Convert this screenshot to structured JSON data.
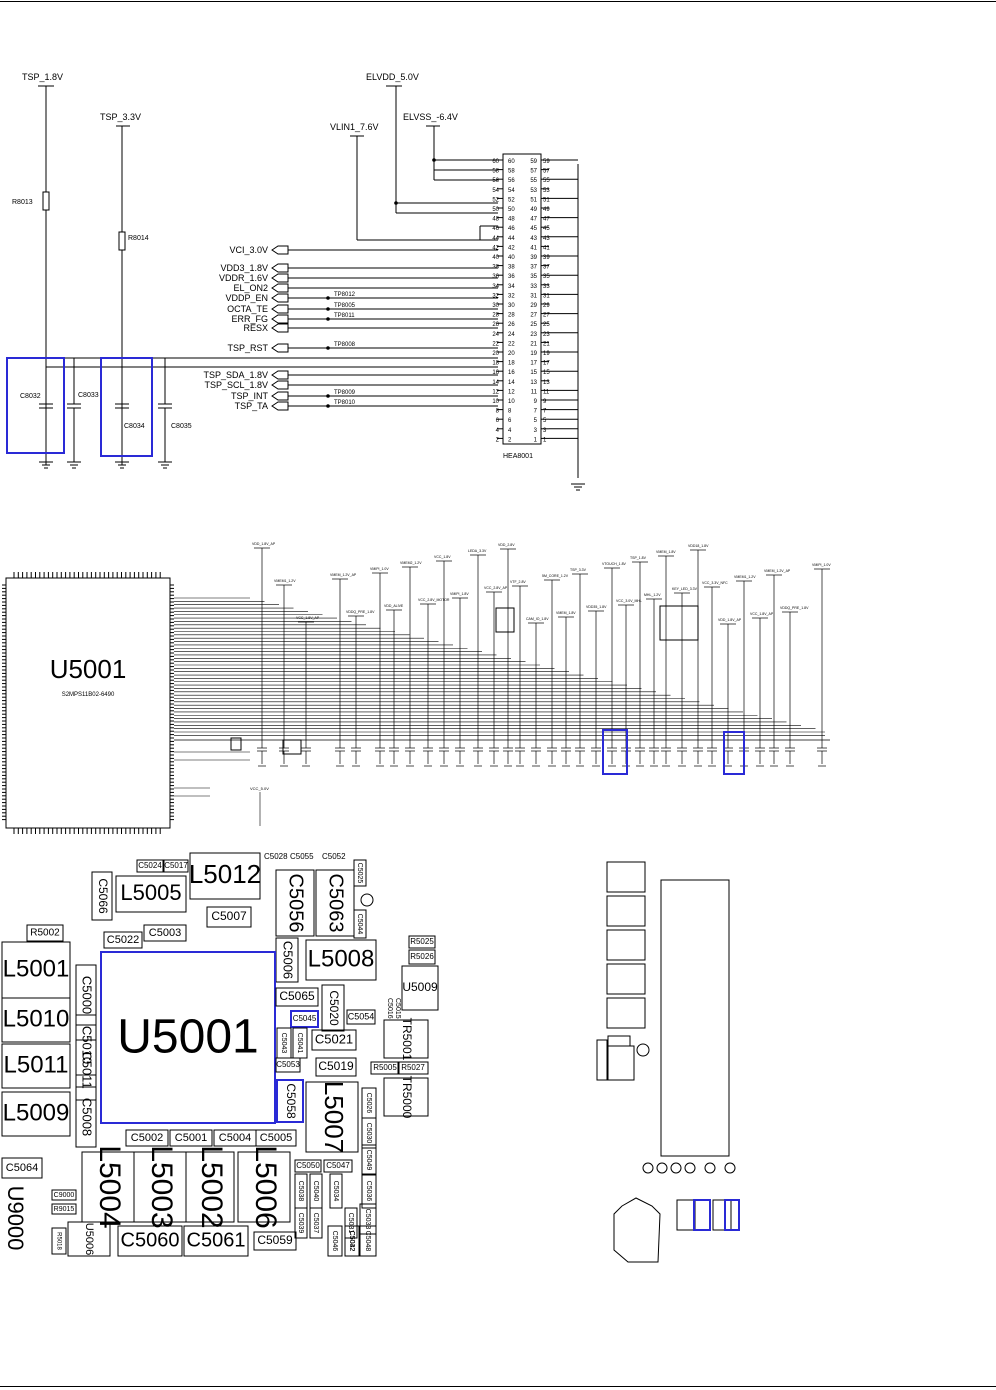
{
  "schematic": {
    "nets": {
      "tsp_1v8": "TSP_1.8V",
      "tsp_3v3": "TSP_3.3V",
      "vlin1": "VLIN1_7.6V",
      "elvdd": "ELVDD_5.0V",
      "elvss": "ELVSS_-6.4V"
    },
    "left_parts": {
      "r8013": "R8013",
      "r8014": "R8014",
      "c8032": "C8032",
      "c8033": "C8033",
      "c8034": "C8034",
      "c8035": "C8035"
    },
    "signals": [
      {
        "label": "VCI_3.0V",
        "tp": ""
      },
      {
        "label": "VDD3_1.8V",
        "tp": ""
      },
      {
        "label": "VDDR_1.6V",
        "tp": ""
      },
      {
        "label": "EL_ON2",
        "tp": ""
      },
      {
        "label": "VDDP_EN",
        "tp": "TP8012"
      },
      {
        "label": "OCTA_TE",
        "tp": "TP8005"
      },
      {
        "label": "ERR_FG",
        "tp": "TP8011"
      },
      {
        "label": "RESX",
        "tp": ""
      },
      {
        "label": "TSP_RST",
        "tp": "TP8008"
      },
      {
        "label": "TSP_SDA_1.8V",
        "tp": ""
      },
      {
        "label": "TSP_SCL_1.8V",
        "tp": ""
      },
      {
        "label": "TSP_INT",
        "tp": "TP8009"
      },
      {
        "label": "TSP_TA",
        "tp": "TP8010"
      }
    ],
    "connector": {
      "ref": "HEA8001",
      "left_pins": [
        "60",
        "58",
        "56",
        "54",
        "52",
        "50",
        "48",
        "46",
        "44",
        "42",
        "40",
        "38",
        "36",
        "34",
        "32",
        "30",
        "28",
        "26",
        "24",
        "22",
        "20",
        "18",
        "16",
        "14",
        "12",
        "10",
        "8",
        "6",
        "4",
        "2"
      ],
      "inner_left": [
        "60",
        "58",
        "56",
        "54",
        "52",
        "50",
        "48",
        "46",
        "44",
        "42",
        "40",
        "38",
        "36",
        "34",
        "32",
        "30",
        "28",
        "26",
        "24",
        "22",
        "20",
        "18",
        "16",
        "14",
        "12",
        "10",
        "8",
        "6",
        "4",
        "2"
      ],
      "inner_right": [
        "59",
        "57",
        "55",
        "53",
        "51",
        "49",
        "47",
        "45",
        "43",
        "41",
        "39",
        "37",
        "35",
        "33",
        "31",
        "29",
        "27",
        "25",
        "23",
        "21",
        "19",
        "17",
        "15",
        "13",
        "11",
        "9",
        "7",
        "5",
        "3",
        "1"
      ],
      "right_pins": [
        "59",
        "57",
        "55",
        "53",
        "51",
        "49",
        "47",
        "45",
        "43",
        "41",
        "39",
        "37",
        "35",
        "33",
        "31",
        "29",
        "27",
        "25",
        "23",
        "21",
        "19",
        "17",
        "15",
        "13",
        "11",
        "9",
        "7",
        "5",
        "3",
        "1"
      ]
    }
  },
  "pmic": {
    "ref": "U5001",
    "part": "S2MPS11B02-6490",
    "rails": [
      "VDD_1.8V_AP",
      "VMEM1_1.2V",
      "VCC_1.8V_AP",
      "VMEM_1.2V_AP",
      "VDDQ_PRE_1.8V",
      "VMIPI_1.0V",
      "VDD_ALIVE",
      "VMEM2_1.2V",
      "VCC_2.8V_MOTOR",
      "VCC_1.8V",
      "VMIPI_1.8V",
      "LEDA_3.3V",
      "VCC_2.8V_AP",
      "VDD_2.8V",
      "VTF_2.8V",
      "CAM_IO_1.8V",
      "5M_CORE_1.2V",
      "VMEM_1.8V",
      "TSP_3.3V",
      "VDD35_1.8V",
      "VTOUCH_1.8V",
      "VCC_3.0V_MHL",
      "TSP_1.8V",
      "MHL_1.2V",
      "VMEM_1.8V",
      "KEY_LED_3.3V",
      "VDD18_1.8V",
      "VCC_3.3V_NFC"
    ],
    "vbus": "VCC_5.0V"
  },
  "layout": {
    "title": "U5001",
    "title_bottom": "U9000",
    "boxes": [
      {
        "t": "C5024"
      },
      {
        "t": "C5017"
      },
      {
        "t": "L5012"
      },
      {
        "t": "C5028"
      },
      {
        "t": "C5055"
      },
      {
        "t": "C5052"
      },
      {
        "t": "C5025"
      },
      {
        "t": "C5066"
      },
      {
        "t": "L5005"
      },
      {
        "t": "C5007"
      },
      {
        "t": "C5056"
      },
      {
        "t": "C5063"
      },
      {
        "t": "C5044"
      },
      {
        "t": "TR5000"
      },
      {
        "t": "R5002"
      },
      {
        "t": "C5022"
      },
      {
        "t": "C5003"
      },
      {
        "t": "R5025"
      },
      {
        "t": "C5006"
      },
      {
        "t": "L5008"
      },
      {
        "t": "R5026"
      },
      {
        "t": "L5001"
      },
      {
        "t": "C5000"
      },
      {
        "t": "C5010"
      },
      {
        "t": "C5011"
      },
      {
        "t": "C5008"
      },
      {
        "t": "L5010"
      },
      {
        "t": "L5011"
      },
      {
        "t": "L5009"
      },
      {
        "t": "C5065"
      },
      {
        "t": "C5020"
      },
      {
        "t": "C5045"
      },
      {
        "t": "C5054"
      },
      {
        "t": "C5043"
      },
      {
        "t": "C5041"
      },
      {
        "t": "C5021"
      },
      {
        "t": "C5053"
      },
      {
        "t": "C5019"
      },
      {
        "t": "R5005"
      },
      {
        "t": "R5027"
      },
      {
        "t": "TR5001"
      },
      {
        "t": "U5009"
      },
      {
        "t": "C5058"
      },
      {
        "t": "L5007"
      },
      {
        "t": "C5026"
      },
      {
        "t": "C5030"
      },
      {
        "t": "C5049"
      },
      {
        "t": "C5002"
      },
      {
        "t": "C5001"
      },
      {
        "t": "C5004"
      },
      {
        "t": "C5005"
      },
      {
        "t": "C5064"
      },
      {
        "t": "L5004"
      },
      {
        "t": "L5003"
      },
      {
        "t": "L5002"
      },
      {
        "t": "L5006"
      },
      {
        "t": "C5050"
      },
      {
        "t": "C5047"
      },
      {
        "t": "C5038"
      },
      {
        "t": "C5040"
      },
      {
        "t": "C5034"
      },
      {
        "t": "C5036"
      },
      {
        "t": "C9000"
      },
      {
        "t": "R9015"
      },
      {
        "t": "C5039"
      },
      {
        "t": "C5037"
      },
      {
        "t": "C5031"
      },
      {
        "t": "C5033"
      },
      {
        "t": "R5018"
      },
      {
        "t": "U5006"
      },
      {
        "t": "C5060"
      },
      {
        "t": "C5061"
      },
      {
        "t": "C5059"
      },
      {
        "t": "C5046"
      },
      {
        "t": "C5032"
      },
      {
        "t": "C5042"
      },
      {
        "t": "C5048"
      }
    ]
  },
  "colors": {
    "line": "#000000",
    "highlight": "#2a2ad6",
    "background": "#ffffff"
  }
}
